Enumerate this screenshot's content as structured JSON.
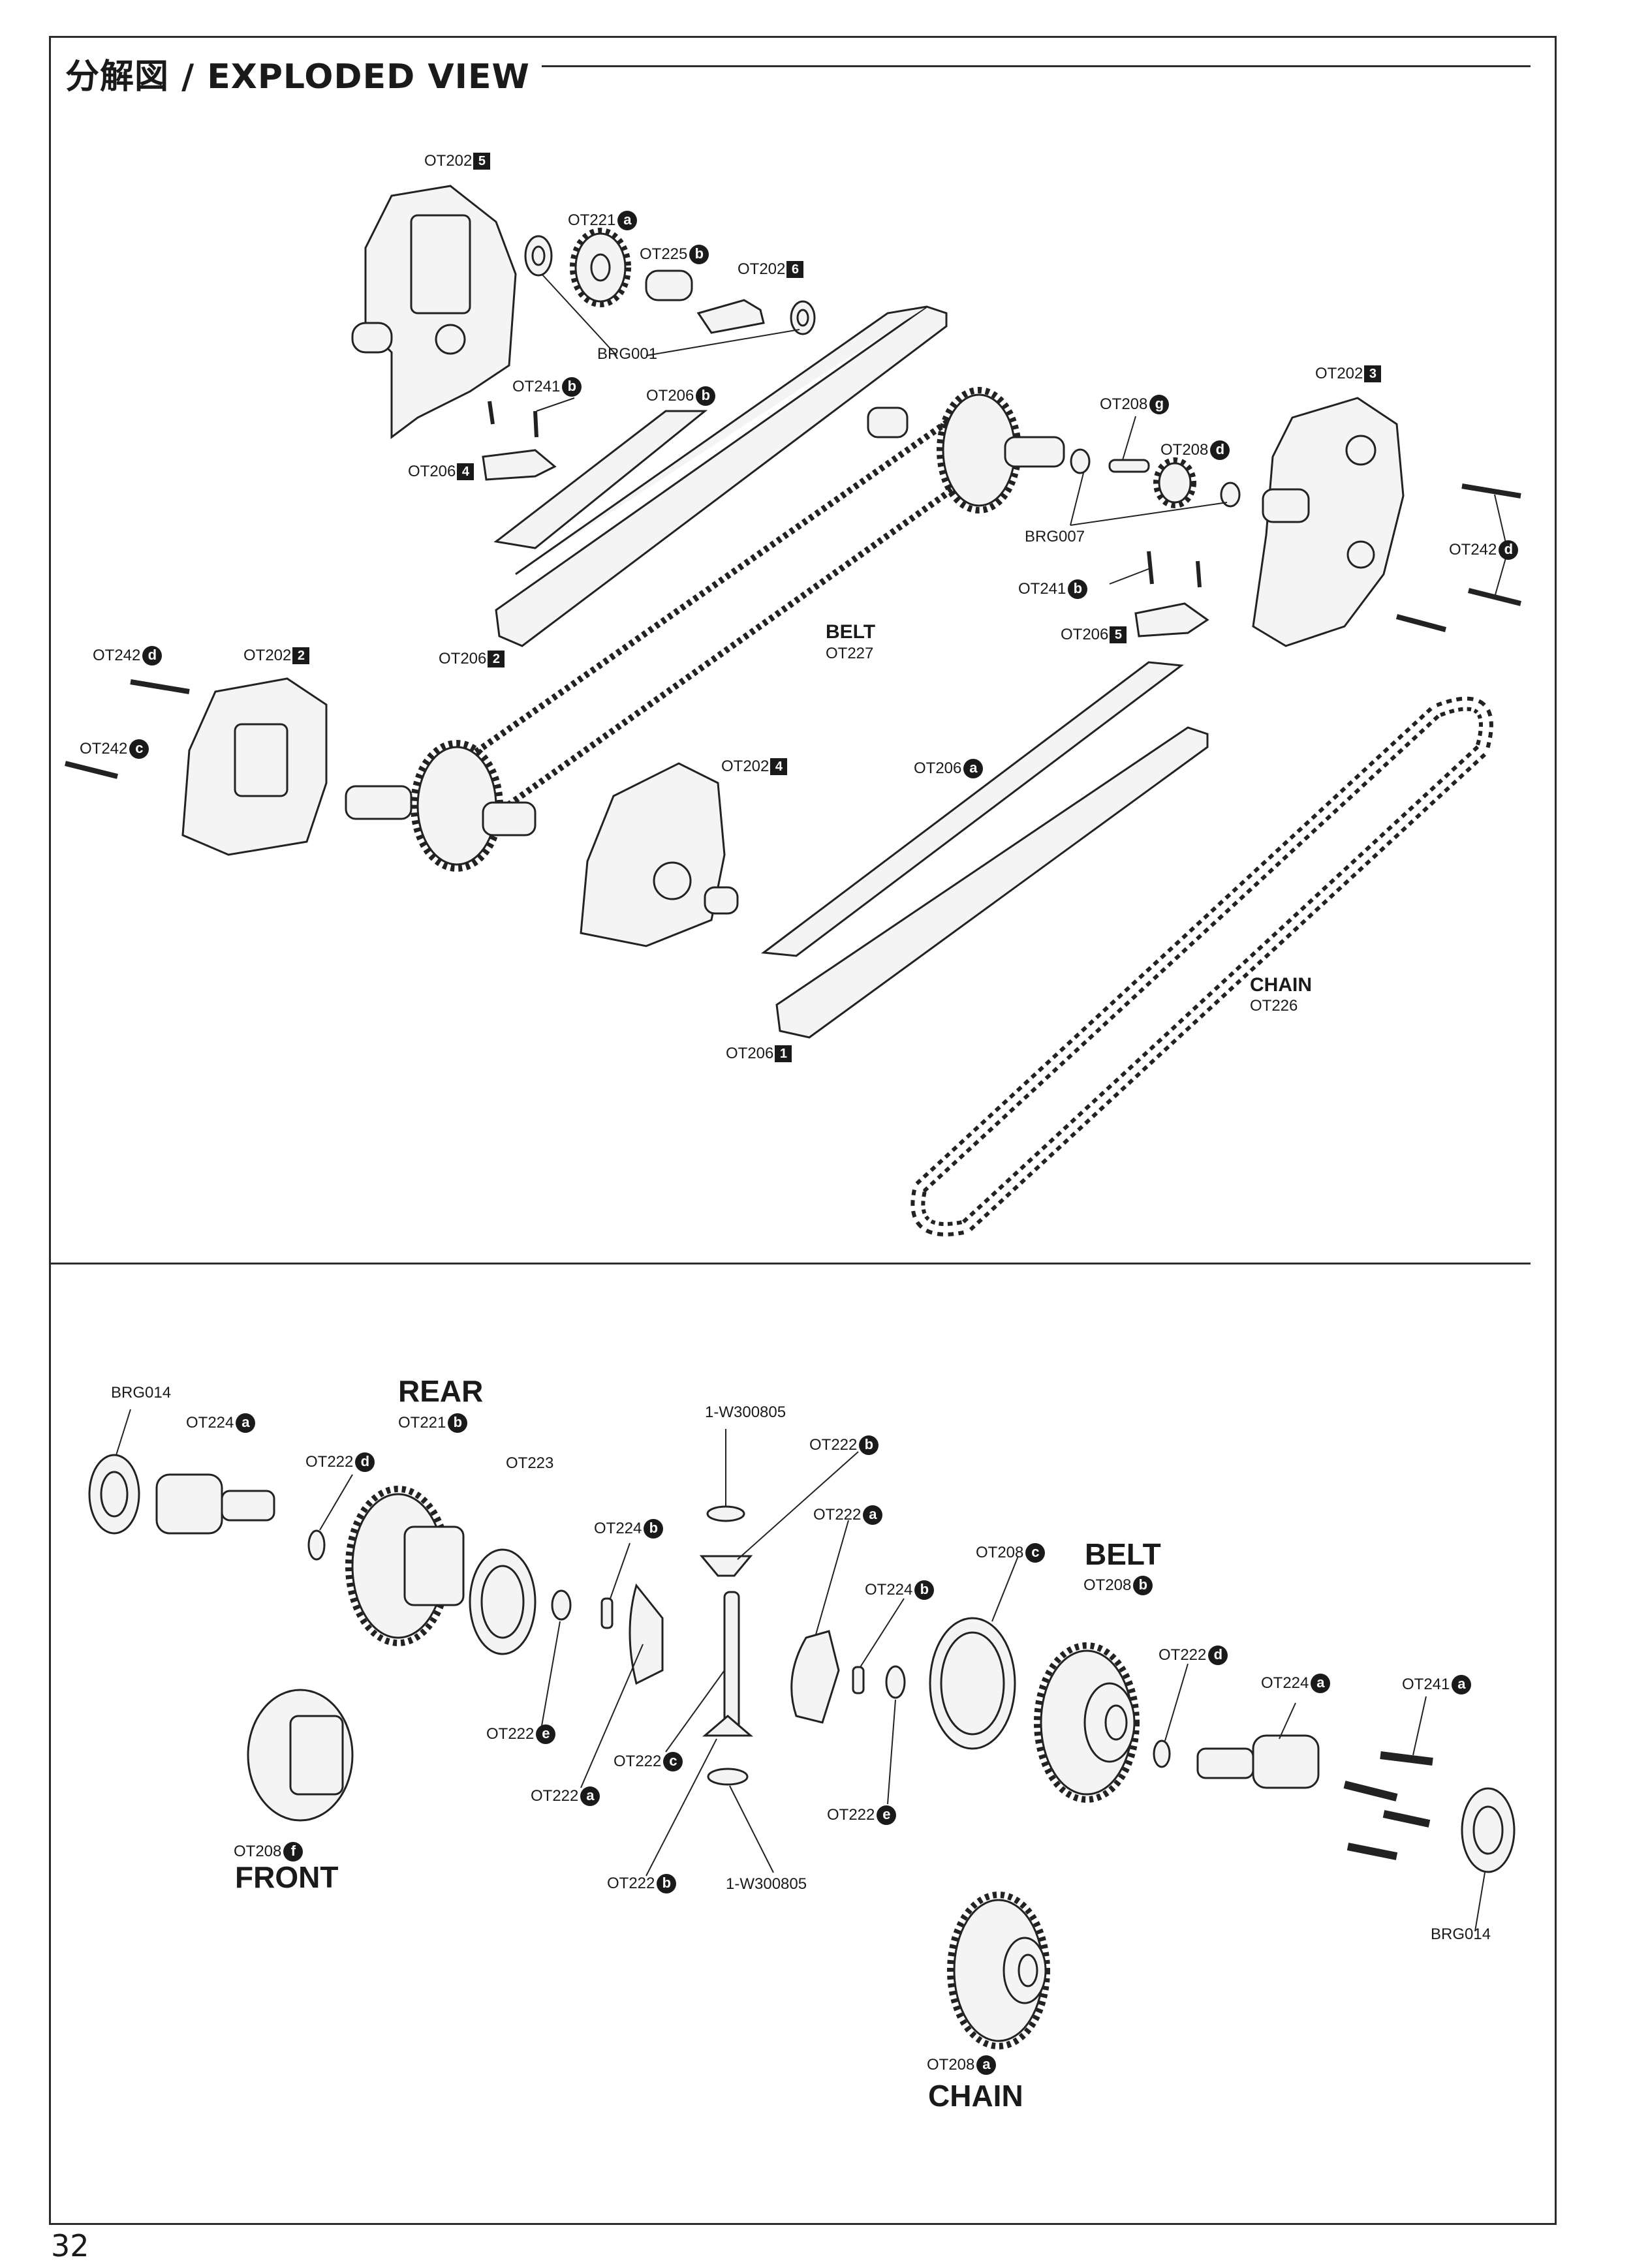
{
  "title": "分解図 / EXPLODED VIEW",
  "page_number": "32",
  "top_section": {
    "labels": [
      {
        "code": "OT202",
        "mark": "5",
        "mark_style": "square"
      },
      {
        "code": "OT221",
        "mark": "a",
        "mark_style": "circle"
      },
      {
        "code": "OT225",
        "mark": "b",
        "mark_style": "circle"
      },
      {
        "code": "OT202",
        "mark": "6",
        "mark_style": "square"
      },
      {
        "code": "BRG001",
        "mark": "",
        "mark_style": "none"
      },
      {
        "code": "OT241",
        "mark": "b",
        "mark_style": "circle"
      },
      {
        "code": "OT206",
        "mark": "b",
        "mark_style": "circle"
      },
      {
        "code": "OT206",
        "mark": "4",
        "mark_style": "square"
      },
      {
        "code": "OT208",
        "mark": "g",
        "mark_style": "circle"
      },
      {
        "code": "OT202",
        "mark": "3",
        "mark_style": "square"
      },
      {
        "code": "OT208",
        "mark": "d",
        "mark_style": "circle"
      },
      {
        "code": "BRG007",
        "mark": "",
        "mark_style": "none"
      },
      {
        "code": "OT242",
        "mark": "d",
        "mark_style": "circle"
      },
      {
        "code": "OT241",
        "mark": "b",
        "mark_style": "circle"
      },
      {
        "code": "OT206",
        "mark": "5",
        "mark_style": "square"
      },
      {
        "code": "OT242",
        "mark": "d",
        "mark_style": "circle"
      },
      {
        "code": "OT202",
        "mark": "2",
        "mark_style": "square"
      },
      {
        "code": "OT242",
        "mark": "c",
        "mark_style": "circle"
      },
      {
        "code": "OT206",
        "mark": "2",
        "mark_style": "square"
      },
      {
        "code": "OT202",
        "mark": "4",
        "mark_style": "square"
      },
      {
        "code": "OT206",
        "mark": "a",
        "mark_style": "circle"
      },
      {
        "code": "OT206",
        "mark": "1",
        "mark_style": "square"
      }
    ],
    "belt": {
      "name": "BELT",
      "code": "OT227"
    },
    "chain": {
      "name": "CHAIN",
      "code": "OT226"
    }
  },
  "bottom_section": {
    "labels": [
      {
        "code": "BRG014",
        "mark": "",
        "mark_style": "none"
      },
      {
        "code": "OT224",
        "mark": "a",
        "mark_style": "circle"
      },
      {
        "code": "OT221",
        "mark": "b",
        "mark_style": "circle"
      },
      {
        "code": "OT222",
        "mark": "d",
        "mark_style": "circle"
      },
      {
        "code": "OT223",
        "mark": "",
        "mark_style": "none"
      },
      {
        "code": "1-W300805",
        "mark": "",
        "mark_style": "none"
      },
      {
        "code": "OT222",
        "mark": "b",
        "mark_style": "circle"
      },
      {
        "code": "OT222",
        "mark": "a",
        "mark_style": "circle"
      },
      {
        "code": "OT224",
        "mark": "b",
        "mark_style": "circle"
      },
      {
        "code": "OT224",
        "mark": "b",
        "mark_style": "circle"
      },
      {
        "code": "OT208",
        "mark": "c",
        "mark_style": "circle"
      },
      {
        "code": "OT208",
        "mark": "b",
        "mark_style": "circle"
      },
      {
        "code": "OT222",
        "mark": "d",
        "mark_style": "circle"
      },
      {
        "code": "OT224",
        "mark": "a",
        "mark_style": "circle"
      },
      {
        "code": "OT241",
        "mark": "a",
        "mark_style": "circle"
      },
      {
        "code": "OT222",
        "mark": "e",
        "mark_style": "circle"
      },
      {
        "code": "OT222",
        "mark": "c",
        "mark_style": "circle"
      },
      {
        "code": "OT222",
        "mark": "a",
        "mark_style": "circle"
      },
      {
        "code": "OT222",
        "mark": "e",
        "mark_style": "circle"
      },
      {
        "code": "OT208",
        "mark": "f",
        "mark_style": "circle"
      },
      {
        "code": "OT222",
        "mark": "b",
        "mark_style": "circle"
      },
      {
        "code": "1-W300805",
        "mark": "",
        "mark_style": "none"
      },
      {
        "code": "BRG014",
        "mark": "",
        "mark_style": "none"
      },
      {
        "code": "OT208",
        "mark": "a",
        "mark_style": "circle"
      }
    ],
    "rear": "REAR",
    "front": "FRONT",
    "belt": "BELT",
    "chain": "CHAIN"
  }
}
